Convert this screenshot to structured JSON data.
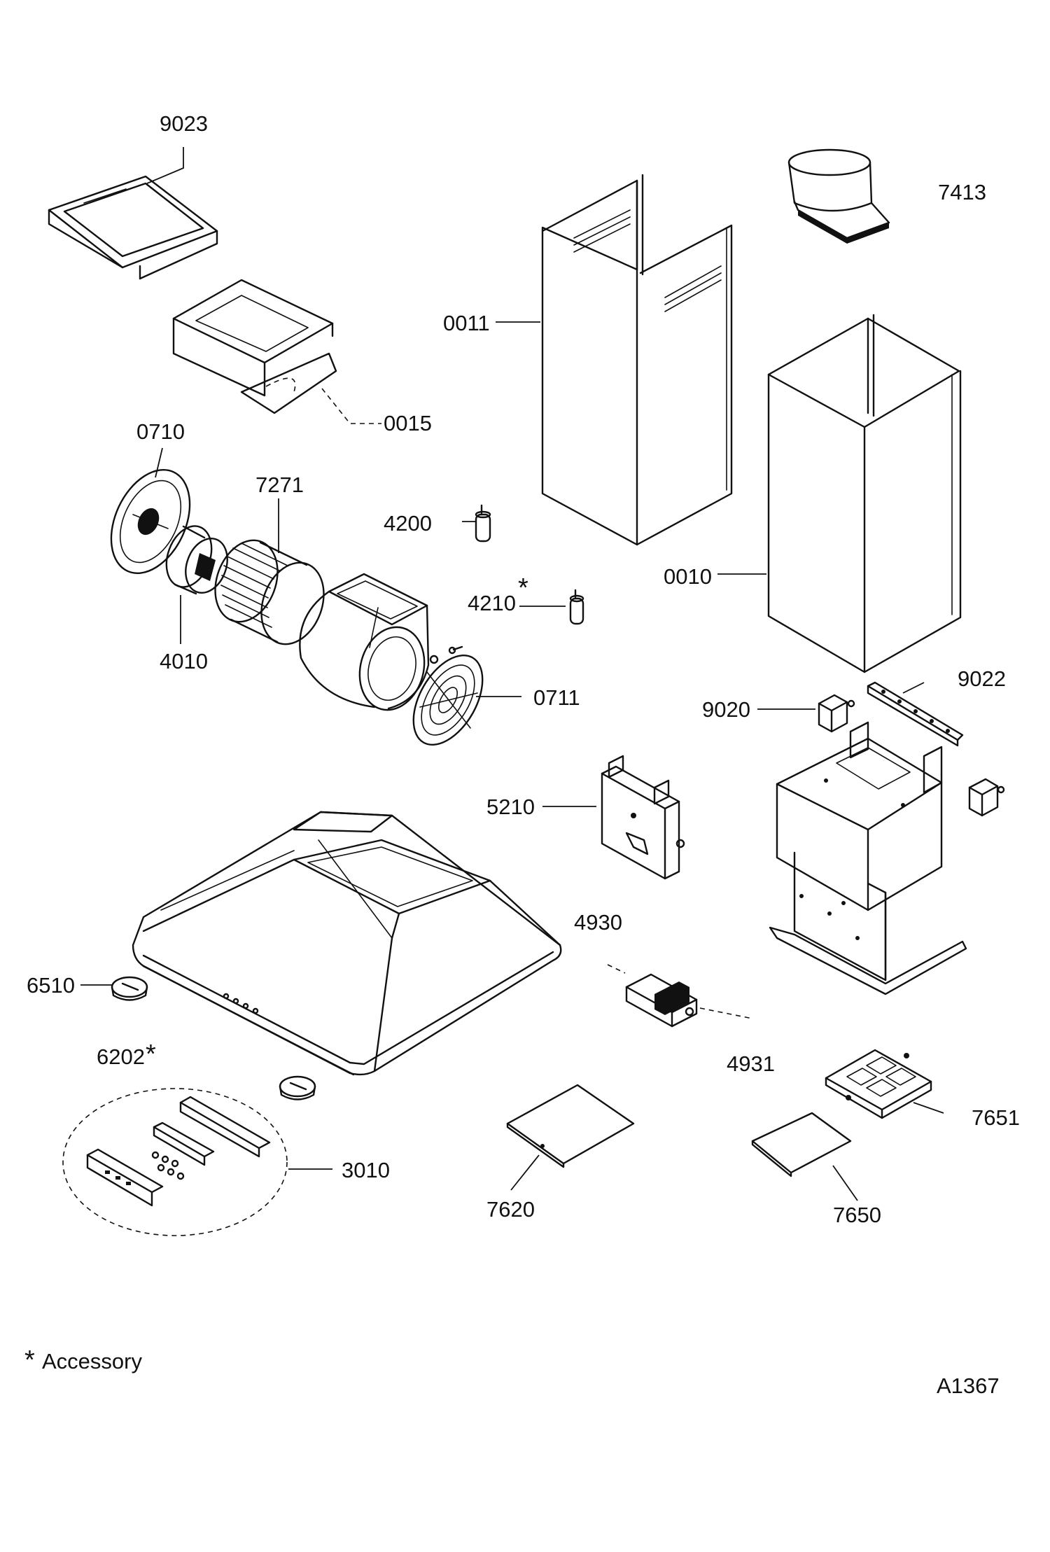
{
  "parts": {
    "p9023": "9023",
    "p7413": "7413",
    "p0011": "0011",
    "p0015": "0015",
    "p0710": "0710",
    "p7271": "7271",
    "p4200": "4200",
    "p4210": "4210",
    "p0010": "0010",
    "p4010": "4010",
    "p0711": "0711",
    "p9022": "9022",
    "p9020": "9020",
    "p5210": "5210",
    "p4930": "4930",
    "p6510": "6510",
    "p6202": "6202",
    "p4931": "4931",
    "p7651": "7651",
    "p3010": "3010",
    "p7620": "7620",
    "p7650": "7650"
  },
  "marks": {
    "asterisk": "*"
  },
  "footnote": {
    "symbol": "*",
    "text": "Accessory"
  },
  "drawing_code": "A1367"
}
